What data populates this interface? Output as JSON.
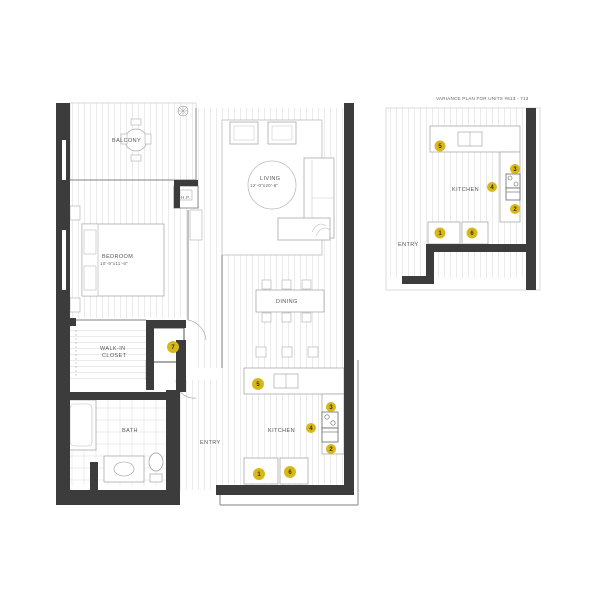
{
  "title": "VARIANCE PLAN FOR UNITS #613 - 713",
  "rooms": {
    "balcony": "BALCONY",
    "living": "LIVING",
    "living_dim": "12'-0\"x20'-8\"",
    "hp": "H.P.",
    "bedroom": "BEDROOM",
    "bedroom_dim": "10'-9\"x11'-6\"",
    "dining": "DINING",
    "walkin_1": "WALK-IN",
    "walkin_2": "CLOSET",
    "bath": "BATH",
    "entry": "ENTRY",
    "kitchen": "KITCHEN"
  },
  "variance": {
    "kitchen": "KITCHEN",
    "entry": "ENTRY"
  },
  "badges": {
    "main": [
      "7",
      "5",
      "3",
      "4",
      "2",
      "1",
      "6"
    ],
    "variance": [
      "5",
      "3",
      "4",
      "2",
      "1",
      "6"
    ]
  },
  "colors": {
    "wall": "#3c3c3c",
    "badge": "#d7b81c",
    "line": "#c8c8c8"
  }
}
